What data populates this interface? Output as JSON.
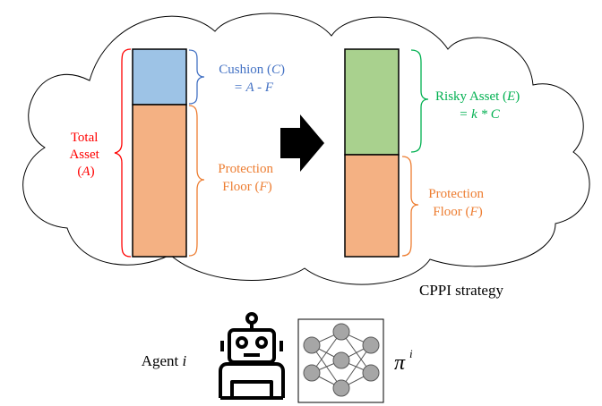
{
  "colors": {
    "cushion_blue": "#4472c4",
    "cushion_fill": "#9dc3e6",
    "risky_green": "#00b050",
    "risky_fill": "#a9d18e",
    "floor_orange": "#ed7d31",
    "floor_fill": "#f4b183",
    "total_red": "#ff0000",
    "arrow_black": "#000000"
  },
  "left_bar": {
    "total_asset": {
      "line1": "Total",
      "line2": "Asset",
      "symbol": "A"
    },
    "cushion": {
      "label": "Cushion",
      "symbol": "C",
      "formula": "= A - F"
    },
    "floor": {
      "line1": "Protection",
      "line2": "Floor",
      "symbol": "F"
    }
  },
  "right_bar": {
    "risky": {
      "label": "Risky Asset",
      "symbol": "E",
      "formula": "= k * C"
    },
    "floor": {
      "line1": "Protection",
      "line2": "Floor",
      "symbol": "F"
    }
  },
  "strategy_label": "CPPI strategy",
  "agent": {
    "label": "Agent",
    "index": "i",
    "icon": "robot-icon"
  },
  "policy": {
    "symbol": "π",
    "superscript": "i",
    "icon": "neural-network-icon"
  }
}
